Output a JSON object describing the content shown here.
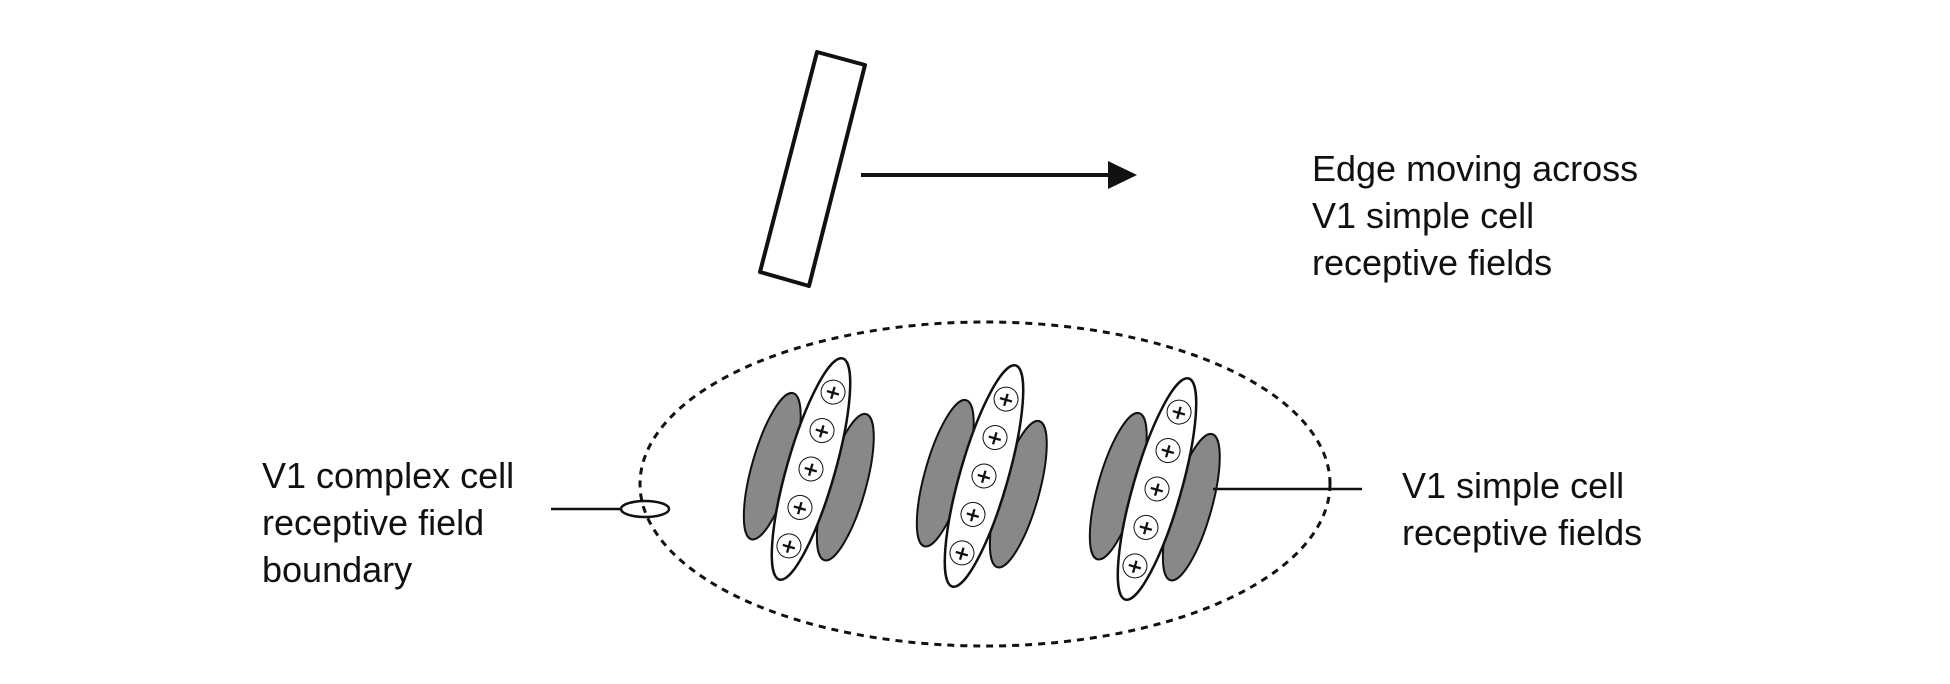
{
  "labels": {
    "edge": [
      "Edge moving across",
      "V1 simple cell",
      "receptive fields"
    ],
    "complex": [
      "V1 complex cell",
      "receptive field",
      "boundary"
    ],
    "simple": [
      "V1 simple cell",
      "receptive fields"
    ]
  },
  "symbols": {
    "on_region": "+"
  },
  "colors": {
    "off_region": "#86888a",
    "stroke": "#111111"
  }
}
